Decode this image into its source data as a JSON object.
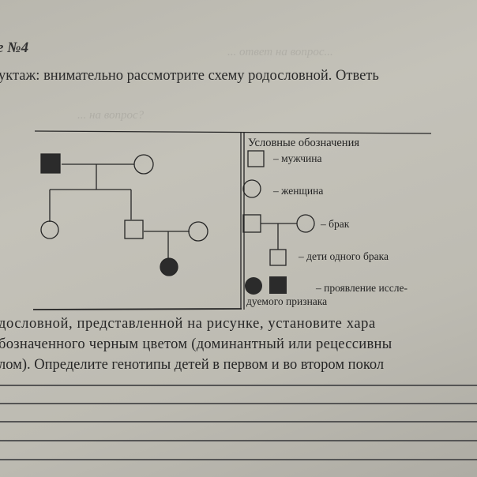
{
  "header": {
    "task_title": "е №4",
    "instruction": "уктаж: внимательно рассмотрите схему родословной. Ответь"
  },
  "ghost_text": {
    "line1": "... ответ на вопрос...",
    "line2": "... на вопрос?"
  },
  "legend": {
    "title": "Условные обозначения",
    "male": "– мужчина",
    "female": "– женщина",
    "marriage": "– брак",
    "children": "– дети одного брака",
    "trait_line1": "– проявление иссле-",
    "trait_line2": "дуемого признака"
  },
  "pedigree": {
    "generation1": [
      {
        "sex": "male",
        "affected": true
      },
      {
        "sex": "female",
        "affected": false
      }
    ],
    "generation2": [
      {
        "sex": "female",
        "affected": false
      },
      {
        "sex": "male",
        "affected": false,
        "spouse": {
          "sex": "female",
          "affected": false
        }
      }
    ],
    "generation3": [
      {
        "sex": "female",
        "affected": true
      }
    ]
  },
  "body": {
    "line1": "дословной, представленной на рисунке, установите хара",
    "line2": "бозначенного черным цветом (доминантный или рецессивны",
    "line3": "лом). Определите генотипы детей в первом и во втором покол"
  },
  "colors": {
    "paper": "#c1bfb6",
    "ink": "#262626",
    "affected_fill": "#2b2b2b"
  }
}
